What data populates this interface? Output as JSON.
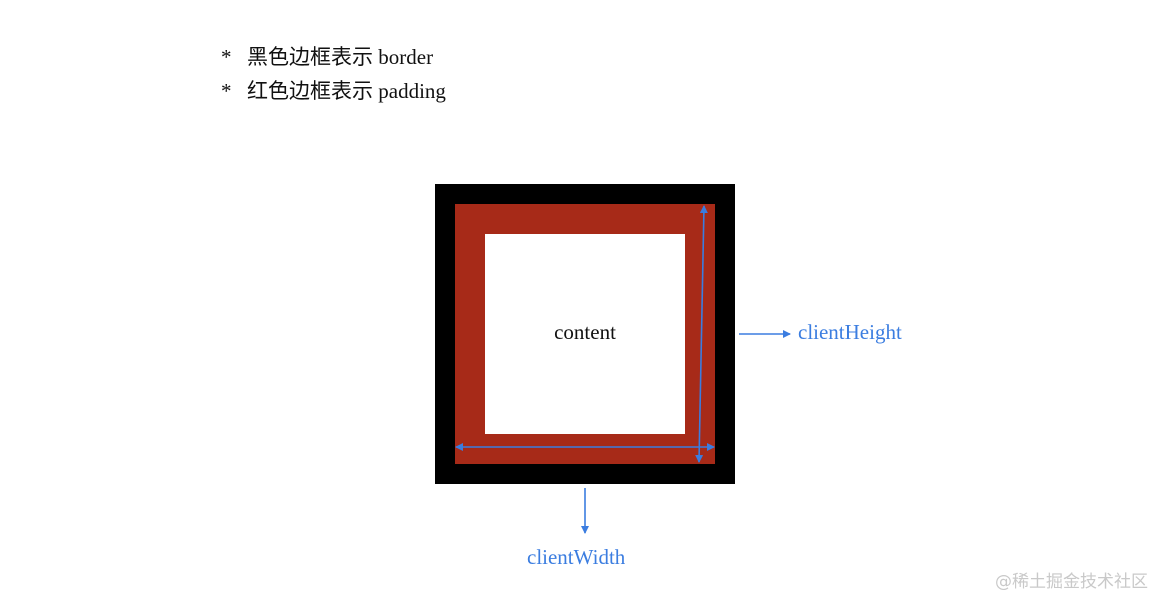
{
  "legend": {
    "items": [
      {
        "bullet": "*",
        "text": "黑色边框表示 border"
      },
      {
        "bullet": "*",
        "text": "红色边框表示 padding"
      }
    ]
  },
  "diagram": {
    "content_label": "content",
    "client_height_label": "clientHeight",
    "client_width_label": "clientWidth",
    "colors": {
      "border": "#000000",
      "padding": "#a72a18",
      "content": "#ffffff",
      "dimension": "#3b7de0"
    }
  },
  "watermark": "@稀土掘金技术社区"
}
